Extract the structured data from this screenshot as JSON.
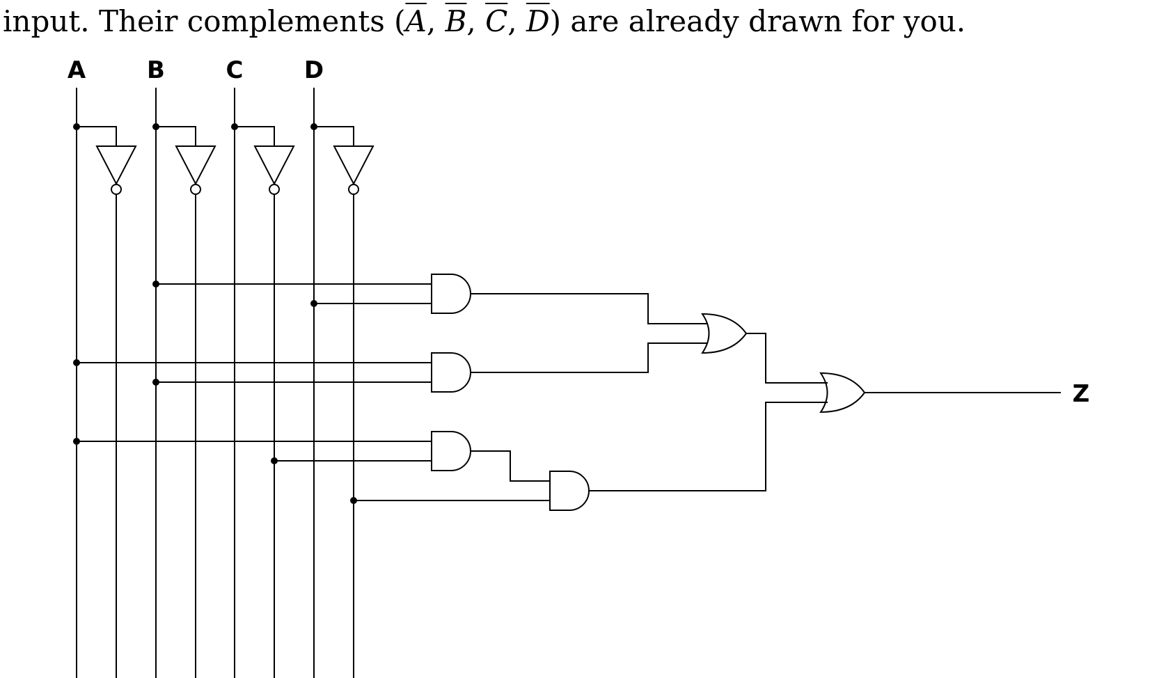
{
  "caption": {
    "lead": "input. Their complements (",
    "comp_a": "A",
    "comp_b": "B",
    "comp_c": "C",
    "comp_d": "D",
    "sep": ", ",
    "tail": ") are already drawn for you."
  },
  "inputs": [
    "A",
    "B",
    "C",
    "D"
  ],
  "output": "Z",
  "gates": [
    {
      "id": "and1",
      "type": "AND",
      "inputs": [
        "B",
        "D"
      ]
    },
    {
      "id": "and2",
      "type": "AND",
      "inputs": [
        "A",
        "B"
      ]
    },
    {
      "id": "and3",
      "type": "AND",
      "inputs": [
        "A",
        "C'"
      ]
    },
    {
      "id": "and4",
      "type": "AND",
      "inputs": [
        "and3",
        "D'"
      ]
    },
    {
      "id": "or1",
      "type": "OR",
      "inputs": [
        "and1",
        "and2"
      ]
    },
    {
      "id": "or2",
      "type": "OR",
      "inputs": [
        "or1",
        "and4"
      ]
    }
  ]
}
